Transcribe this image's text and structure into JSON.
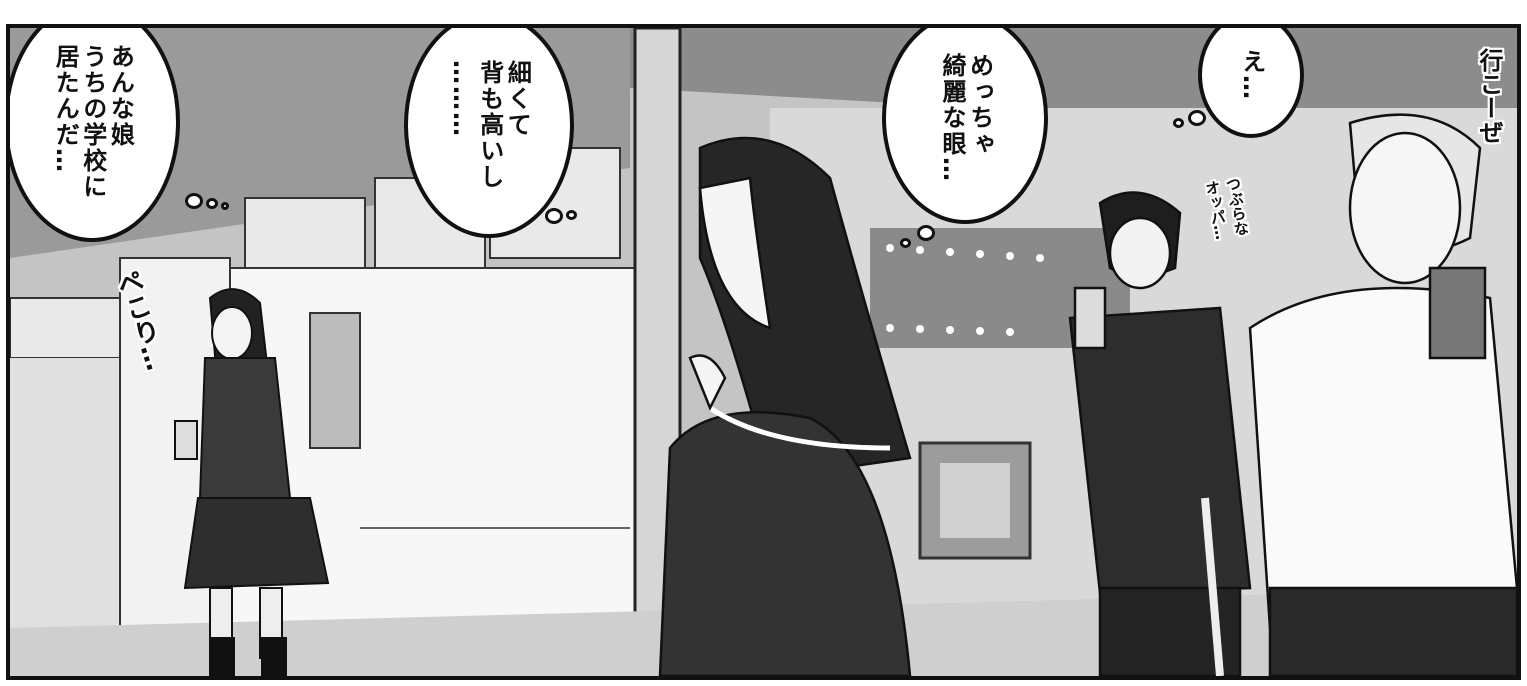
{
  "balloons": {
    "girl_thought": "あんな娘\nうちの学校に\n居たんだ…",
    "tall_thought": "細くて\n背も高いし\n………",
    "eyes_thought": "めっちゃ\n綺麗な眼…",
    "e_thought": "え…"
  },
  "sfx": {
    "peko": "ペこり…",
    "ikouze": "行こーぜ",
    "tsubura": "つぶらな\nオッパ…"
  },
  "colors": {
    "ink": "#111111",
    "paper": "#ffffff",
    "background_gray": "#bdbdbd"
  }
}
